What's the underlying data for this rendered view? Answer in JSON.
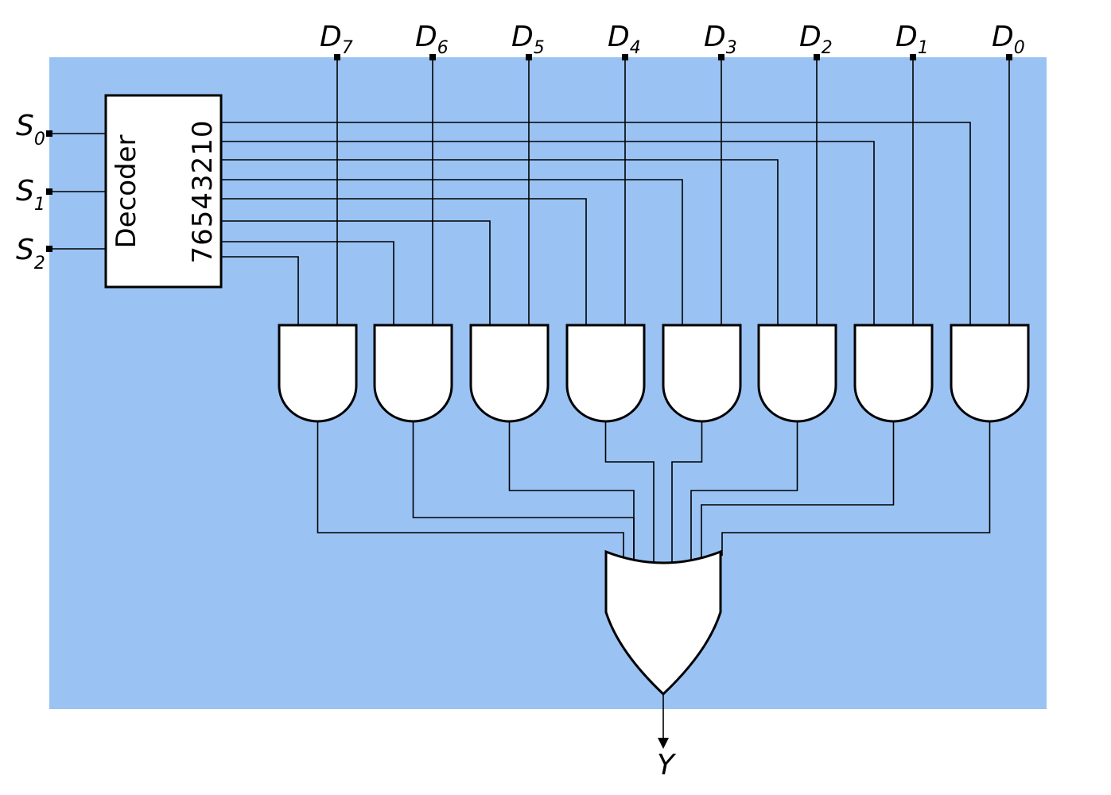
{
  "panel": {
    "background": "#9ac3f4"
  },
  "select_inputs": [
    {
      "name": "S",
      "sub": "0"
    },
    {
      "name": "S",
      "sub": "1"
    },
    {
      "name": "S",
      "sub": "2"
    }
  ],
  "data_inputs": [
    {
      "name": "D",
      "sub": "7"
    },
    {
      "name": "D",
      "sub": "6"
    },
    {
      "name": "D",
      "sub": "5"
    },
    {
      "name": "D",
      "sub": "4"
    },
    {
      "name": "D",
      "sub": "3"
    },
    {
      "name": "D",
      "sub": "2"
    },
    {
      "name": "D",
      "sub": "1"
    },
    {
      "name": "D",
      "sub": "0"
    }
  ],
  "decoder": {
    "title": "Decoder",
    "outputs": "76543210"
  },
  "output": {
    "label": "Y"
  },
  "and_gate_count": 8,
  "or_gate_count": 1
}
